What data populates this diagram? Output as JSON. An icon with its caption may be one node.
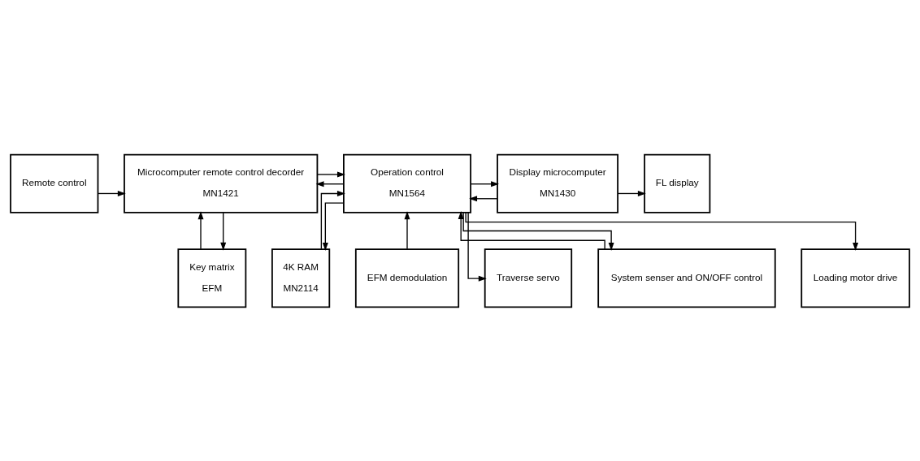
{
  "diagram": {
    "nodes": [
      {
        "text": [
          "Remote control"
        ]
      },
      {
        "text": [
          "Key matrix",
          "EFM"
        ]
      },
      {
        "text": [
          "4K RAM",
          "MN2114"
        ]
      },
      {
        "text": [
          "EFM demodulation"
        ]
      },
      {
        "text": [
          "Microcomputer remote control decorder",
          "MN1421"
        ]
      },
      {
        "text": [
          "Operation control",
          "MN1564"
        ]
      },
      {
        "text": [
          "Display microcomputer",
          "MN1430"
        ]
      },
      {
        "text": [
          "FL display"
        ]
      },
      {
        "text": [
          "Traverse servo"
        ]
      },
      {
        "text": [
          "System senser and ON/OFF control"
        ]
      },
      {
        "text": [
          "Loading motor drive"
        ]
      }
    ],
    "edges": [
      {
        "from": 0,
        "to": 4,
        "arrow": "to"
      },
      {
        "from": 4,
        "to": 1,
        "arrow": "to"
      },
      {
        "from": 1,
        "to": 4,
        "arrow": "to"
      },
      {
        "from": 4,
        "to": 5,
        "arrow": "to"
      },
      {
        "from": 5,
        "to": 4,
        "arrow": "to"
      },
      {
        "from": 5,
        "to": 2,
        "arrow": "to"
      },
      {
        "from": 2,
        "to": 5,
        "arrow": "to"
      },
      {
        "from": 3,
        "to": 5,
        "arrow": "to"
      },
      {
        "from": 5,
        "to": 6,
        "arrow": "to"
      },
      {
        "from": 6,
        "to": 5,
        "arrow": "to"
      },
      {
        "from": 6,
        "to": 7,
        "arrow": "to"
      },
      {
        "from": 5,
        "to": 8,
        "arrow": "to"
      },
      {
        "from": 5,
        "to": 9,
        "arrow": "to"
      },
      {
        "from": 9,
        "to": 5,
        "arrow": "to"
      },
      {
        "from": 5,
        "to": 10,
        "arrow": "to"
      }
    ]
  }
}
